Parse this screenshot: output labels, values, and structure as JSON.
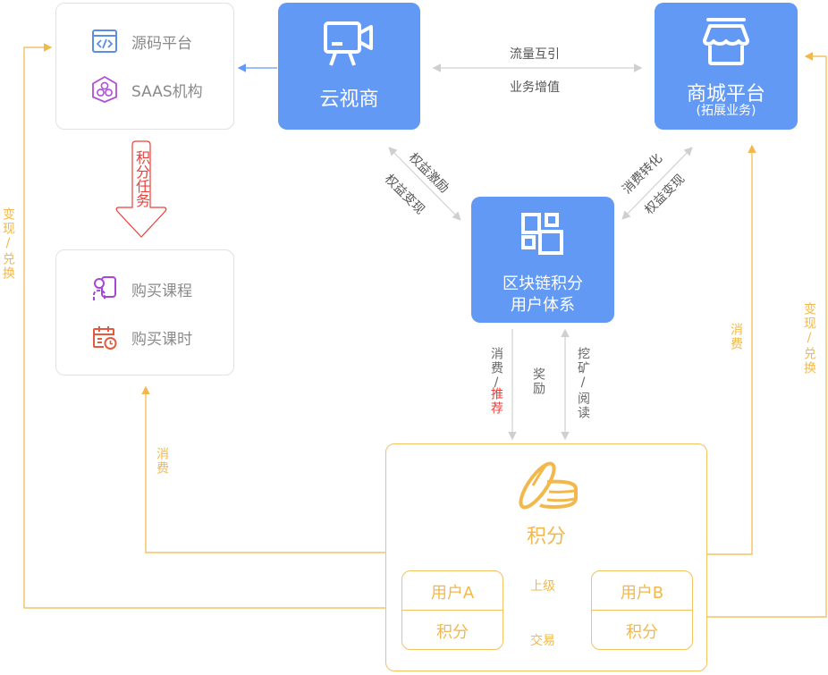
{
  "colors": {
    "blue": "#6299f5",
    "orange": "#f2b84b",
    "red": "#e8403a",
    "gray_text": "#8a8a8a",
    "purple": "#a646d8",
    "red_icon": "#e45a3e"
  },
  "top_left_box": {
    "items": [
      {
        "icon": "code-window-icon",
        "label": "源码平台"
      },
      {
        "icon": "hexagon-circles-icon",
        "label": "SAAS机构"
      }
    ]
  },
  "task_arrow": {
    "label": "积分任务"
  },
  "bottom_left_box": {
    "items": [
      {
        "icon": "course-user-icon",
        "label": "购买课程"
      },
      {
        "icon": "calendar-clock-icon",
        "label": "购买课时"
      }
    ]
  },
  "cloud_vendor": {
    "icon": "video-camera-icon",
    "title": "云视商"
  },
  "mall": {
    "icon": "store-awning-icon",
    "title": "商城平台",
    "subtitle": "(拓展业务)"
  },
  "center": {
    "icon": "blocks-icon",
    "title_line1": "区块链积分",
    "title_line2": "用户体系"
  },
  "points_box": {
    "icon": "coins-icon",
    "title": "积分",
    "user_a": {
      "name": "用户A",
      "points": "积分"
    },
    "user_b": {
      "name": "用户B",
      "points": "积分"
    },
    "arrow_top_label": "上级",
    "arrow_bottom_label": "交易"
  },
  "labels": {
    "traffic": "流量互引",
    "value_add": "业务增值",
    "left_diag_1": "权益激励",
    "left_diag_2": "权益变现",
    "right_diag_1": "消费转化",
    "right_diag_2": "权益变现",
    "down_left_1": "消费/",
    "down_left_2": "推荐",
    "reward": "奖励",
    "mining": "挖矿/阅读",
    "left_redeem": "变现/兑换",
    "right_redeem": "变现/兑换",
    "left_consume": "消费",
    "right_consume": "消费"
  }
}
